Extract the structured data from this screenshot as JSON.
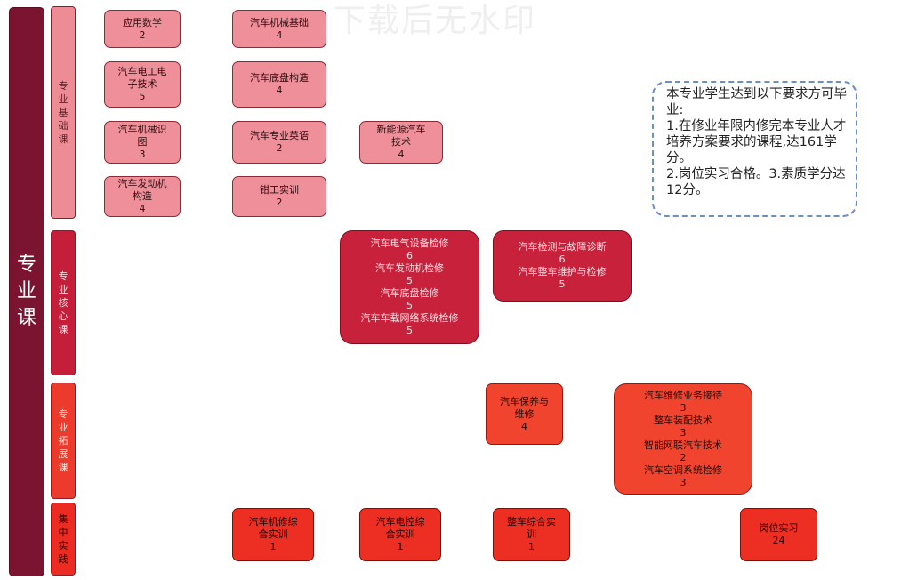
{
  "watermark": "下载后无水印",
  "main_category": "专业课",
  "categories": [
    {
      "label": "专业基础课"
    },
    {
      "label": "专业核心课"
    },
    {
      "label": "专业拓展课"
    },
    {
      "label": "集中实践"
    }
  ],
  "courses": {
    "math": {
      "name": "应用数学",
      "credits": "2"
    },
    "mech_base": {
      "name": "汽车机械基础",
      "credits": "4"
    },
    "elec_tech": {
      "name": "汽车电工电子技术",
      "credits": "5"
    },
    "chassis": {
      "name": "汽车底盘构造",
      "credits": "4"
    },
    "drawing": {
      "name": "汽车机械识图",
      "credits": "3"
    },
    "english": {
      "name": "汽车专业英语",
      "credits": "2"
    },
    "nev": {
      "name": "新能源汽车技术",
      "credits": "4"
    },
    "engine": {
      "name": "汽车发动机构造",
      "credits": "4"
    },
    "fitter": {
      "name": "钳工实训",
      "credits": "2"
    },
    "core_group1": [
      {
        "name": "汽车电气设备检修",
        "credits": "6"
      },
      {
        "name": "汽车发动机检修",
        "credits": "5"
      },
      {
        "name": "汽车底盘检修",
        "credits": "5"
      },
      {
        "name": "汽车车载网络系统检修",
        "credits": "5"
      }
    ],
    "core_group2": [
      {
        "name": "汽车检测与故障诊断",
        "credits": "6"
      },
      {
        "name": "汽车整车维护与检修",
        "credits": "5"
      }
    ],
    "insurance": {
      "name": "汽车保养与维修",
      "credits": "4"
    },
    "ext_group": [
      {
        "name": "汽车维修业务接待",
        "credits": "3"
      },
      {
        "name": "整车装配技术",
        "credits": "3"
      },
      {
        "name": "智能网联汽车技术",
        "credits": "2"
      },
      {
        "name": "汽车空调系统检修",
        "credits": "3"
      }
    ],
    "prac_mech": {
      "name": "汽车机修综合实训",
      "credits": "1"
    },
    "prac_elec": {
      "name": "汽车电控综合实训",
      "credits": "1"
    },
    "prac_whole": {
      "name": "整车综合实训",
      "credits": "1"
    },
    "prac_intern": {
      "name": "岗位实习",
      "credits": "24"
    }
  },
  "note": {
    "line1": "本专业学生达到以下要求方可毕业:",
    "line2": "1.在修业年限内修完本专业人才培养方案要求的课程,达161学分。",
    "line3": "2.岗位实习合格。3.素质学分达12分。"
  }
}
